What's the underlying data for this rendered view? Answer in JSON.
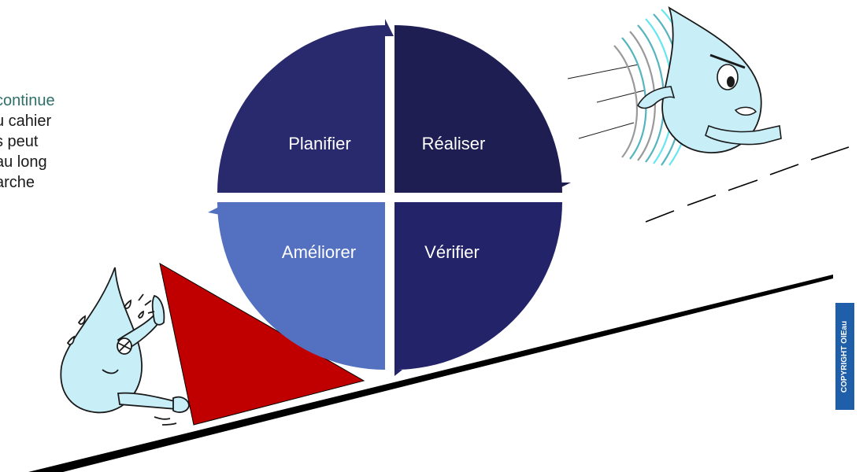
{
  "intro_text": {
    "lines": [
      {
        "text": "continue",
        "accent": true
      },
      {
        "text": "u cahier",
        "accent": false
      },
      {
        "text": "s peut",
        "accent": false
      },
      {
        "text": " au long",
        "accent": false
      },
      {
        "text": "arche",
        "accent": false
      }
    ]
  },
  "cycle": {
    "quadrants": [
      {
        "label": "Planifier",
        "color": "#29296e"
      },
      {
        "label": "Réaliser",
        "color": "#1e1e52"
      },
      {
        "label": "Vérifier",
        "color": "#23236a"
      },
      {
        "label": "Améliorer",
        "color": "#5470c0"
      }
    ]
  },
  "colors": {
    "slope": "#000000",
    "wedge": "#c00000",
    "drop_fill": "#c8eef8",
    "drop_stroke": "#1a1a1a",
    "wind_teal": "#55b5bf",
    "wind_gray": "#9a9a9a",
    "wind_cyan": "#66e6f0"
  },
  "copyright": "COPYRIGHT OIEau"
}
